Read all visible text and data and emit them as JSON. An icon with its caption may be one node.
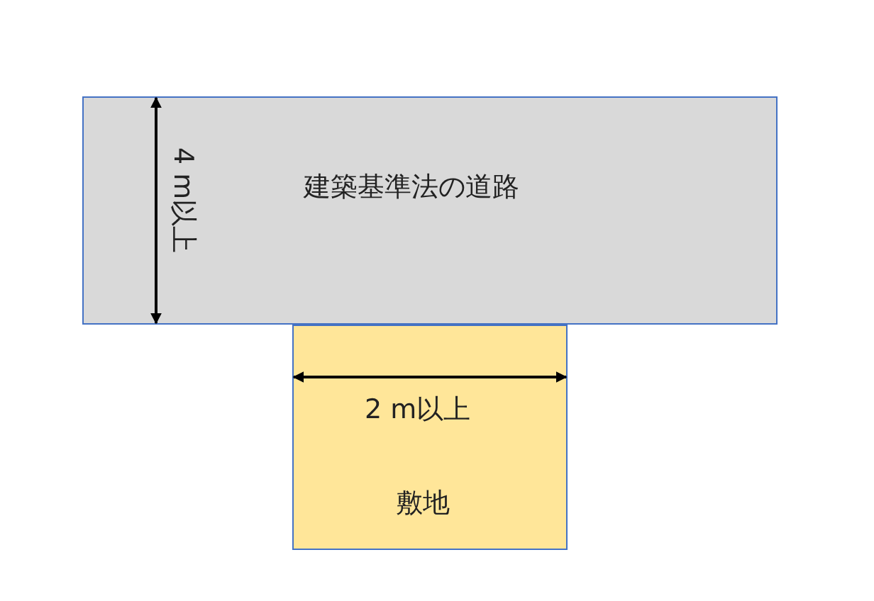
{
  "diagram": {
    "nodes": [
      {
        "text": [
          "建築基準法の道路"
        ]
      },
      {
        "text": [
          "敷地"
        ]
      }
    ],
    "labels": [
      "4 m以上",
      "2 m以上"
    ]
  }
}
